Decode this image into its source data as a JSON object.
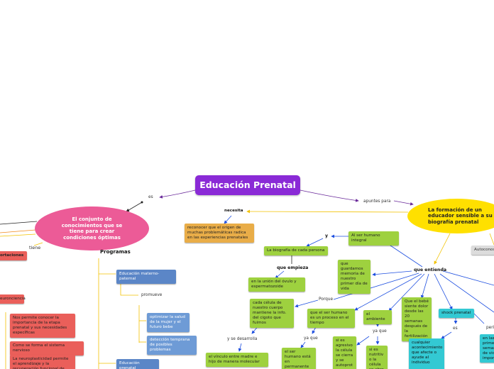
{
  "root": "Educación Prenatal",
  "nodes": {
    "conjunto": "El conjunto de conocimientos que se tiene para crear condiciones óptimas",
    "formacion": "La formación de un educador sensible a su biografía prenatal",
    "reconocer": "reconocer que el origen de muchas problemáticas radica en las experiencias prenatales",
    "ser_humano": "Al ser humano integral",
    "biografia": "La biografía de cada persona",
    "union": "en la unión del óvulo y espermatozoide",
    "guardamos": "que guardamos memoria de nuestro primer día de vida",
    "celula": "cada célula de nuestro cuerpo mantiene la info. del cigoto que fuimos",
    "proceso": "que el ser humano es un proceso en el tiempo",
    "ambiente": "el ambiente",
    "bebe": "Que el bebé siente dolor desde las 20 semanas después de la fertilización",
    "shock": "shock prenatal",
    "vinculo": "el vínculo entre madre e hijo de manera molecular",
    "permanente": "el ser humano está en permanente proceso de",
    "agresivo": "si es agresivo la célula se cierra y se autoprot ege",
    "nutritivo": "si es nutritiv o la célula se abre",
    "acontecimiento": "cualquier acontecimiento que afecte o ayude al individuo",
    "primeras": "en las primeras semanas de vida importan",
    "materno": "Educación materno-paternal",
    "optimizar": "optimizar la salud de la mujer y el futuro bebe",
    "deteccion": "detección temprana de posibles problemas",
    "prenatal2": "Educación prenatal",
    "nos_permite": "Nos permite conocer la importancia de la etapa prenatal y sus necesidades específicas",
    "como_forma": "Como se forma el sistema nervioso",
    "neuroplasticidad": "La neuroplasticidad permite el aprendizaje y la recuperación funcional de lesiones de",
    "ortaciones": "ortaciones",
    "euronciencia": "euronciencia",
    "autoconocimiento": "Autoconoc"
  },
  "labels": {
    "es": "es",
    "apuntes": "apuntes para",
    "necesita": "necesita",
    "tiene": "tiene",
    "programas": "Programas",
    "y": "y",
    "que_empieza": "que empieza",
    "porque": "Porque",
    "que_entienda": "que entienda",
    "y_se_desarrolla": "y se desarrolla",
    "ya_que1": "ya que",
    "ya_que2": "ya que",
    "es2": "es",
    "promueve": "promueve",
    "peri": "peri"
  },
  "colors": {
    "root": "#8a2ad6",
    "pink": "#ec5b97",
    "yellow": "#ffe000",
    "green": "#9ed13f",
    "orange": "#e9ad48",
    "blue": "#5b86c7",
    "cyan": "#33c9d3",
    "red": "#ea5f5a",
    "link_blue": "#1e4fe0",
    "link_purple": "#6a2a9a",
    "link_yellow": "#f2c200",
    "link_orange": "#f08a1c"
  }
}
